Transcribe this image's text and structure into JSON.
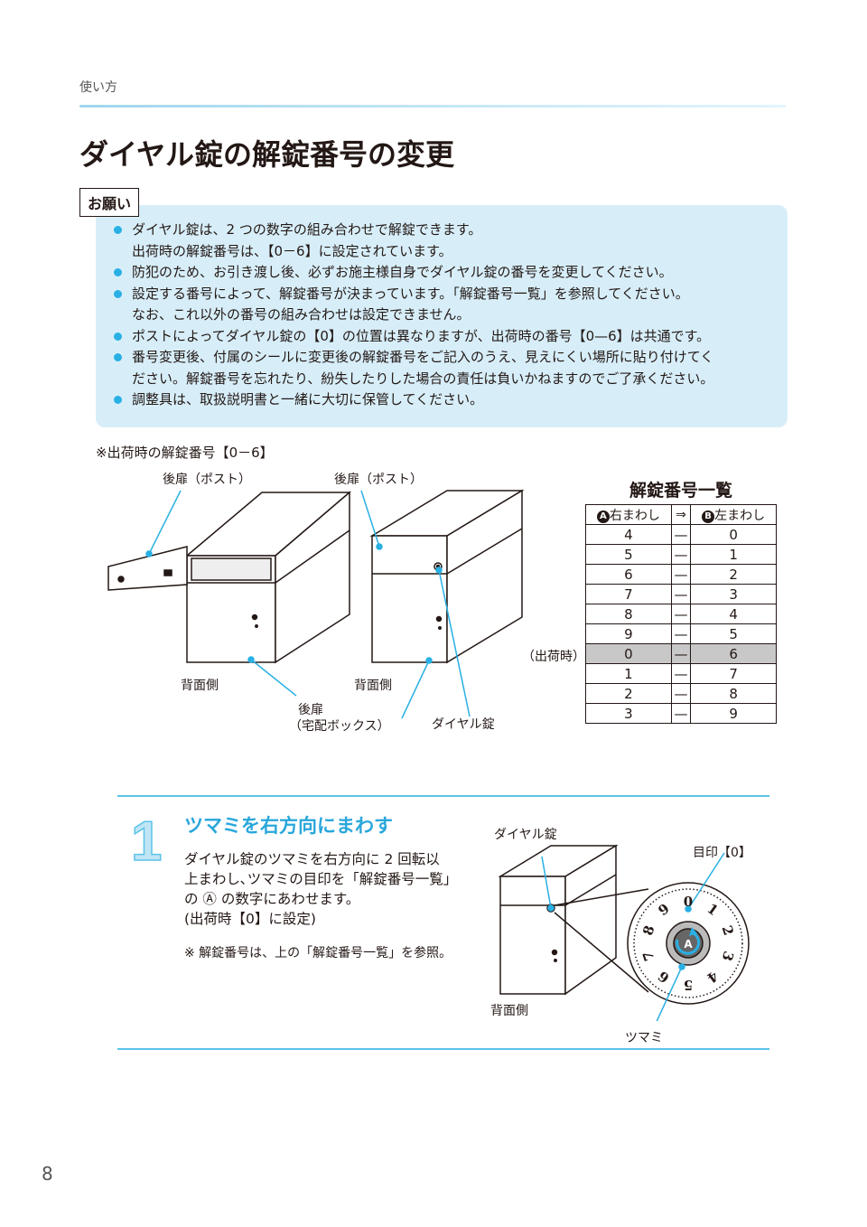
{
  "header": {
    "section": "使い方"
  },
  "title": "ダイヤル錠の解錠番号の変更",
  "notice": {
    "tag": "お願い",
    "items": [
      [
        "ダイヤル錠は、2 つの数字の組み合わせで解錠できます。",
        "出荷時の解錠番号は、【0－6】に設定されています。"
      ],
      [
        "防犯のため、お引き渡し後、必ずお施主様自身でダイヤル錠の番号を変更してください。"
      ],
      [
        "設定する番号によって、解錠番号が決まっています。「解錠番号一覧」を参照してください。",
        "なお、これ以外の番号の組み合わせは設定できません。"
      ],
      [
        "ポストによってダイヤル錠の【0】の位置は異なりますが、出荷時の番号【0—6】は共通です。"
      ],
      [
        "番号変更後、付属のシールに変更後の解錠番号をご記入のうえ、見えにくい場所に貼り付けてく",
        "ださい。解錠番号を忘れたり、紛失したりした場合の責任は負いかねますのでご了承ください。"
      ],
      [
        "調整具は、取扱説明書と一緒に大切に保管してください。"
      ]
    ]
  },
  "figure": {
    "caption": "※出荷時の解錠番号【0－6】",
    "labels": {
      "rear_door_post_1": "後扉（ポスト）",
      "rear_door_post_2": "後扉（ポスト）",
      "back_side_1": "背面側",
      "back_side_2": "背面側",
      "rear_door_box_1": "後扉",
      "rear_door_box_2": "（宅配ボックス）",
      "dial_lock": "ダイヤル錠",
      "shipping": "（出荷時）"
    }
  },
  "code_table": {
    "title": "解錠番号一覧",
    "header": {
      "a_badge": "A",
      "a_label": "右まわし",
      "arrow": "⇒",
      "b_badge": "B",
      "b_label": "左まわし"
    },
    "rows": [
      [
        "4",
        "—",
        "0"
      ],
      [
        "5",
        "—",
        "1"
      ],
      [
        "6",
        "—",
        "2"
      ],
      [
        "7",
        "—",
        "3"
      ],
      [
        "8",
        "—",
        "4"
      ],
      [
        "9",
        "—",
        "5"
      ],
      [
        "0",
        "—",
        "6"
      ],
      [
        "1",
        "—",
        "7"
      ],
      [
        "2",
        "—",
        "8"
      ],
      [
        "3",
        "—",
        "9"
      ]
    ],
    "highlight_row": 6,
    "highlight_color": "#c8c8c8"
  },
  "step": {
    "number": "1",
    "title": "ツマミを右方向にまわす",
    "body": [
      "ダイヤル錠のツマミを右方向に 2 回転以",
      "上まわし､ツマミの目印を「解錠番号一覧」",
      "の Ⓐ の数字にあわせます。",
      "(出荷時【0】に設定)"
    ],
    "note": "※ 解錠番号は、上の「解錠番号一覧」を参照。",
    "figure_labels": {
      "dial_lock": "ダイヤル錠",
      "mark": "目印【0】",
      "back_side": "背面側",
      "knob": "ツマミ",
      "knob_badge": "A"
    },
    "dial_digits": [
      "0",
      "1",
      "2",
      "3",
      "4",
      "5",
      "6",
      "7",
      "8",
      "9"
    ]
  },
  "page_number": "8",
  "colors": {
    "accent": "#29b0e4",
    "notice_bg": "#d7eef9",
    "step_title": "#29a7db"
  }
}
